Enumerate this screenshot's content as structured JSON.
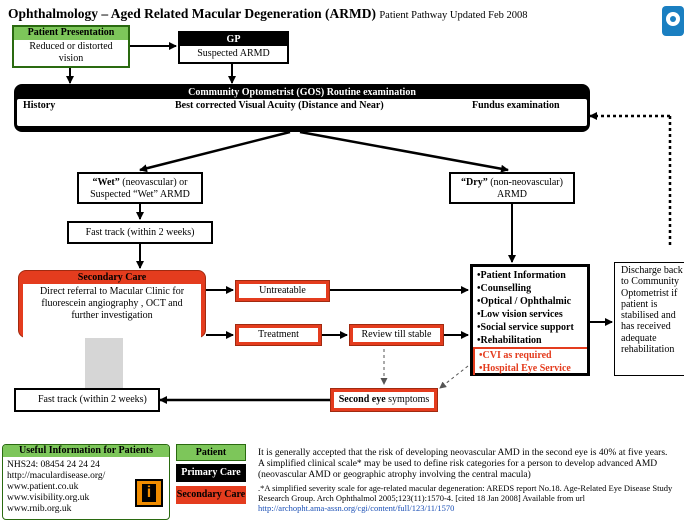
{
  "title": {
    "main": "Ophthalmology – Aged Related Macular Degeneration (ARMD)",
    "sub": "Patient Pathway  Updated Feb 2008"
  },
  "patient_presentation": {
    "heading": "Patient Presentation",
    "text": "Reduced or distorted vision"
  },
  "gp": {
    "heading": "GP",
    "text": "Suspected ARMD"
  },
  "optometrist": {
    "heading": "Community Optometrist (GOS) Routine examination",
    "history": "History",
    "acuity": "Best corrected Visual Acuity (Distance  and Near)",
    "fundus": "Fundus examination"
  },
  "wet": {
    "bold": "“Wet”",
    "rest": " (neovascular) or Suspected “Wet” ARMD"
  },
  "dry": {
    "bold": "“Dry”",
    "rest": " (non-neovascular) ARMD"
  },
  "fast_track_top": "Fast track (within 2 weeks)",
  "secondary_care": {
    "heading": "Secondary Care",
    "text": "Direct referral to Macular Clinic for fluorescein angiography , OCT and further investigation"
  },
  "untreatable": "Untreatable",
  "treatment": "Treatment",
  "review": "Review till stable",
  "services": {
    "items": [
      "•Patient Information",
      "•Counselling",
      "•Optical / Ophthalmic",
      "•Low vision services",
      "•Social service support",
      "•Rehabilitation"
    ],
    "red_items": [
      "•CVI as required",
      "•Hospital Eye Service"
    ]
  },
  "discharge": "Discharge back to Community Optometrist if patient is stabilised and has received adequate rehabilitation",
  "fast_track_bottom": "Fast track (within 2 weeks)",
  "second_eye": {
    "bold": "Second eye",
    "rest": " symptoms"
  },
  "useful_info": {
    "heading": "Useful Information for Patients",
    "lines": [
      "NHS24: 08454 24 24 24",
      "http://maculardisease.org/",
      "www.patient.co.uk",
      "www.visibility.org.uk",
      "www.rnib.org.uk"
    ],
    "icon_letter": "i"
  },
  "legend": {
    "patient": "Patient",
    "primary": "Primary Care",
    "secondary": "Secondary Care"
  },
  "footnote": {
    "line1": "It is generally accepted that the risk of developing neovascular AMD in the second eye is  40% at five years.",
    "line2": "A simplified clinical scale* may be used to define risk categories for a person to develop advanced AMD (neovascular AMD or geographic atrophy involving the central macula)",
    "ref": ".*A simplified severity scale for age-related macular degeneration: AREDS report No.18. Age-Related Eye Disease Study Research Group. Arch Ophthalmol 2005;123(11):1570-4. [cited 18 Jan 2008] Available from url",
    "url": "http://archopht.ama-assn.org/cgi/content/full/123/11/1570"
  },
  "colors": {
    "green": "#7dc65a",
    "red": "#e43c1e",
    "link": "#1a4fb5",
    "logo": "#1a7fc1"
  }
}
